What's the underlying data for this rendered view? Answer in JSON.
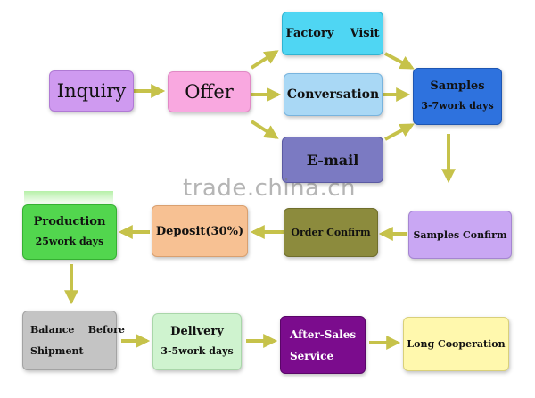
{
  "colors": {
    "arrow": "#c6c24a",
    "purple_light": "#cf9af0",
    "pink": "#f9a8e0",
    "cyan": "#4fd6f3",
    "light_blue": "#a9d8f5",
    "blue": "#2e72de",
    "slate": "#7b7ac2",
    "lavender": "#c9a7f3",
    "olive": "#8c8b3d",
    "peach": "#f7c193",
    "green": "#52d64e",
    "gray": "#c4c4c4",
    "mint": "#cff3cf",
    "dark_purple": "#7b0c8d",
    "cream": "#fff8ad"
  },
  "nodes": {
    "inquiry": "Inquiry",
    "offer": "Offer",
    "factory_visit": "Factory    Visit",
    "conversation": "Conversation",
    "email": "E-mail",
    "samples": "Samples",
    "samples_days": "3-7work days",
    "samples_confirm": "Samples Confirm",
    "order_confirm": "Order Confirm",
    "deposit": "Deposit(30%)",
    "production": "Production",
    "production_days": "25work days",
    "balance_line1": "Balance    Before",
    "balance_line2": "Shipment",
    "delivery": "Delivery",
    "delivery_days": "3-5work days",
    "after_sales_line1": "After-Sales",
    "after_sales_line2": "Service",
    "long_cooperation": "Long Cooperation"
  },
  "watermark": "trade.china.cn"
}
